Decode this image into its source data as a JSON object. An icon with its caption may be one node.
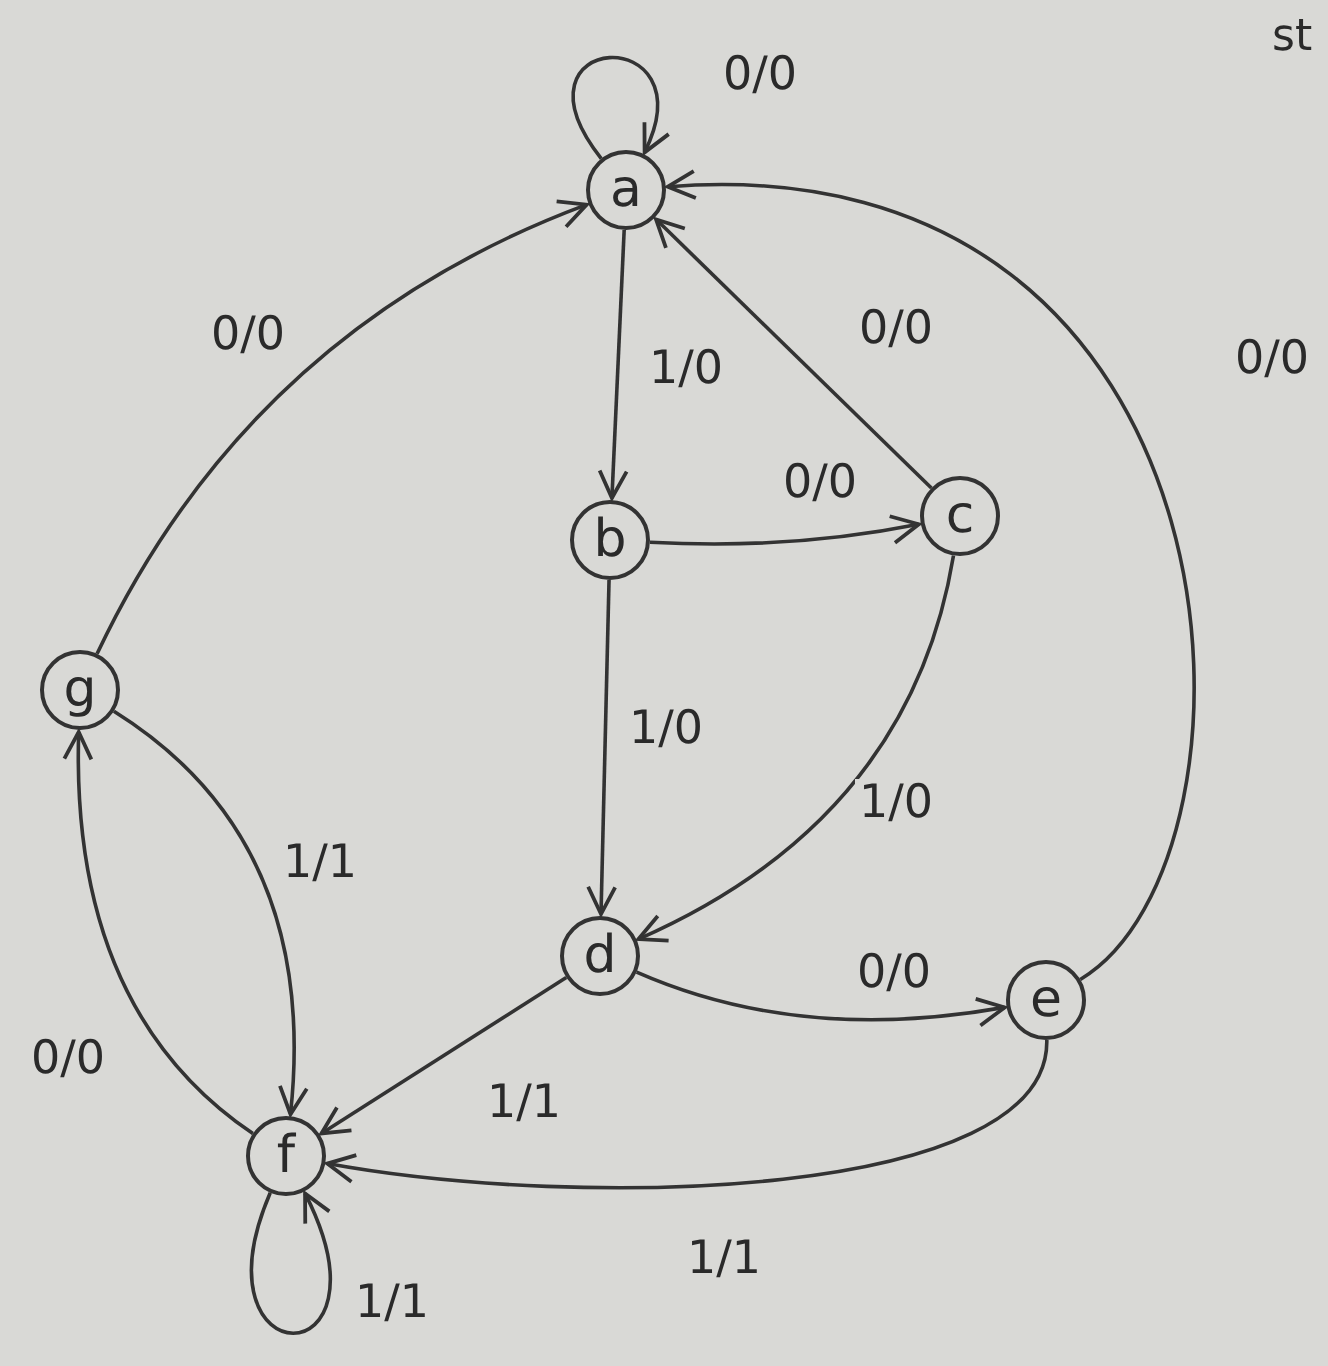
{
  "diagram": {
    "nodes": [
      {
        "text": [
          "a"
        ]
      },
      {
        "text": [
          "b"
        ]
      },
      {
        "text": [
          "c"
        ]
      },
      {
        "text": [
          "d"
        ]
      },
      {
        "text": [
          "e"
        ]
      },
      {
        "text": [
          "f"
        ]
      },
      {
        "text": [
          "g"
        ]
      }
    ],
    "edges": [
      {
        "from": 0,
        "to": 0,
        "arrow": "to",
        "label": "0/0"
      },
      {
        "from": 0,
        "to": 1,
        "arrow": "to",
        "label": "1/0"
      },
      {
        "from": 1,
        "to": 2,
        "arrow": "to",
        "label": "0/0"
      },
      {
        "from": 2,
        "to": 0,
        "arrow": "to",
        "label": "0/0"
      },
      {
        "from": 1,
        "to": 3,
        "arrow": "to",
        "label": "1/0"
      },
      {
        "from": 2,
        "to": 3,
        "arrow": "to",
        "label": "1/0"
      },
      {
        "from": 3,
        "to": 4,
        "arrow": "to",
        "label": "0/0"
      },
      {
        "from": 4,
        "to": 0,
        "arrow": "to",
        "label": "0/0"
      },
      {
        "from": 3,
        "to": 5,
        "arrow": "to",
        "label": "1/1"
      },
      {
        "from": 4,
        "to": 5,
        "arrow": "to",
        "label": "1/1"
      },
      {
        "from": 6,
        "to": 0,
        "arrow": "to",
        "label": "0/0"
      },
      {
        "from": 6,
        "to": 5,
        "arrow": "to",
        "label": "1/1"
      },
      {
        "from": 5,
        "to": 6,
        "arrow": "to",
        "label": "0/0"
      },
      {
        "from": 5,
        "to": 5,
        "arrow": "to",
        "label": "1/1"
      }
    ],
    "labels": [
      "st"
    ]
  }
}
